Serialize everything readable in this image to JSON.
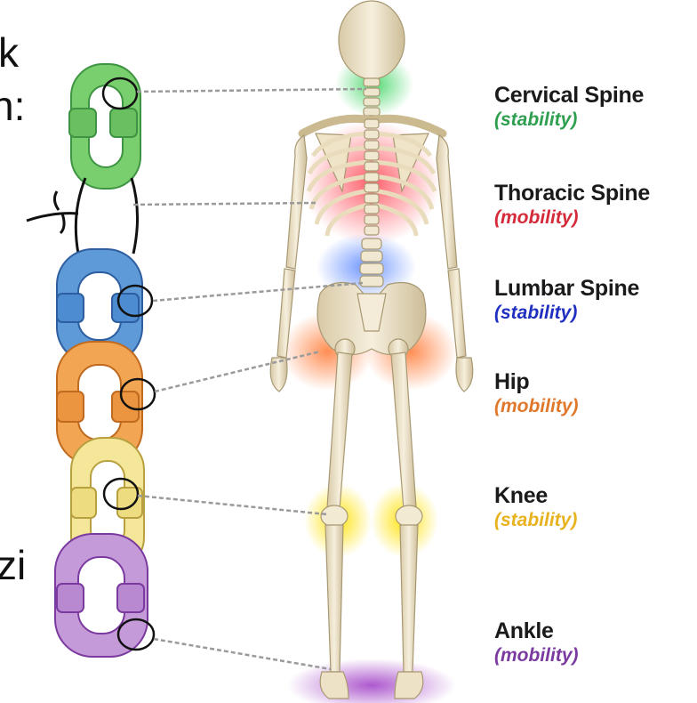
{
  "edge_fragments": {
    "top_left_1": "k",
    "top_left_2": "n:",
    "bottom_left": "zi"
  },
  "regions": [
    {
      "name": "Cervical Spine",
      "type": "(stability)",
      "color": "#2e9e4f",
      "glow": "#35d35a",
      "link": "green"
    },
    {
      "name": "Thoracic Spine",
      "type": "(mobility)",
      "color": "#d42a3a",
      "glow": "#ff2b3a",
      "link": "none"
    },
    {
      "name": "Lumbar Spine",
      "type": "(stability)",
      "color": "#1f2fbf",
      "glow": "#3f73ff",
      "link": "blue"
    },
    {
      "name": "Hip",
      "type": "(mobility)",
      "color": "#e0782c",
      "glow": "#ff7a35",
      "link": "orange"
    },
    {
      "name": "Knee",
      "type": "(stability)",
      "color": "#e8b21e",
      "glow": "#ffe100",
      "link": "yellow"
    },
    {
      "name": "Ankle",
      "type": "(mobility)",
      "color": "#7b3aa0",
      "glow": "#a447c8",
      "link": "purple"
    }
  ]
}
